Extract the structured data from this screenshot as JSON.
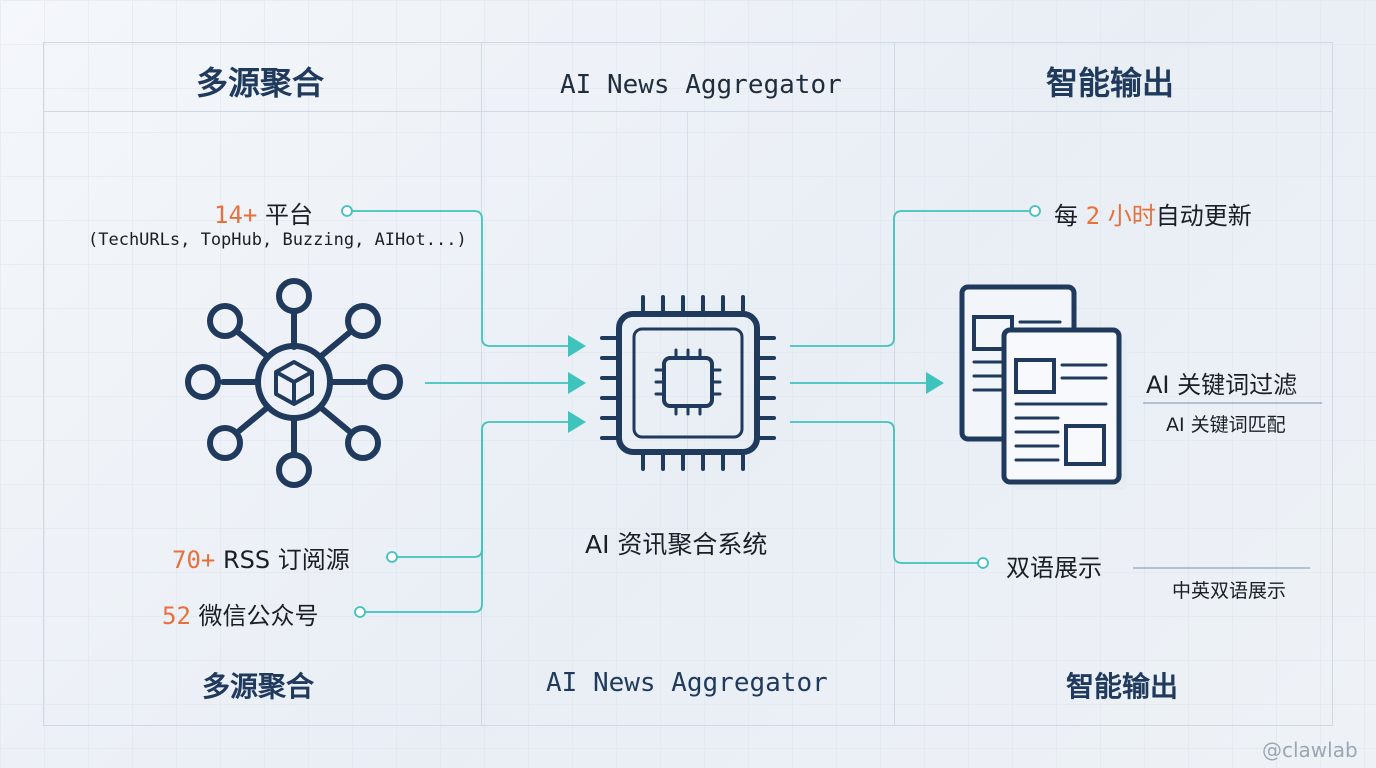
{
  "columns": {
    "left": {
      "header": "多源聚合",
      "footer": "多源聚合"
    },
    "center": {
      "header": "AI News Aggregator",
      "footer": "AI News Aggregator"
    },
    "right": {
      "header": "智能输出",
      "footer": "智能输出"
    }
  },
  "sources": {
    "platforms": {
      "count": "14+",
      "label": "平台",
      "note": "(TechURLs, TopHub, Buzzing, AIHot...)"
    },
    "rss": {
      "count": "70+",
      "label": "RSS 订阅源"
    },
    "wechat": {
      "count": "52",
      "label": "微信公众号"
    }
  },
  "center": {
    "label": "AI 资讯聚合系统"
  },
  "outputs": {
    "update": {
      "prefix": "每",
      "number": "2",
      "unit": "小时",
      "suffix": "自动更新"
    },
    "filter": {
      "title": "AI 关键词过滤",
      "subtitle": "AI 关键词匹配"
    },
    "bilingual": {
      "title": "双语展示",
      "subtitle": "中英双语展示"
    }
  },
  "colors": {
    "navy": "#1f3a5c",
    "teal": "#3fc3bd",
    "accent": "#e8703a"
  },
  "icons": [
    "network-hub-icon",
    "cube-icon",
    "cpu-chip-icon",
    "documents-icon"
  ],
  "credit": "@clawlab"
}
